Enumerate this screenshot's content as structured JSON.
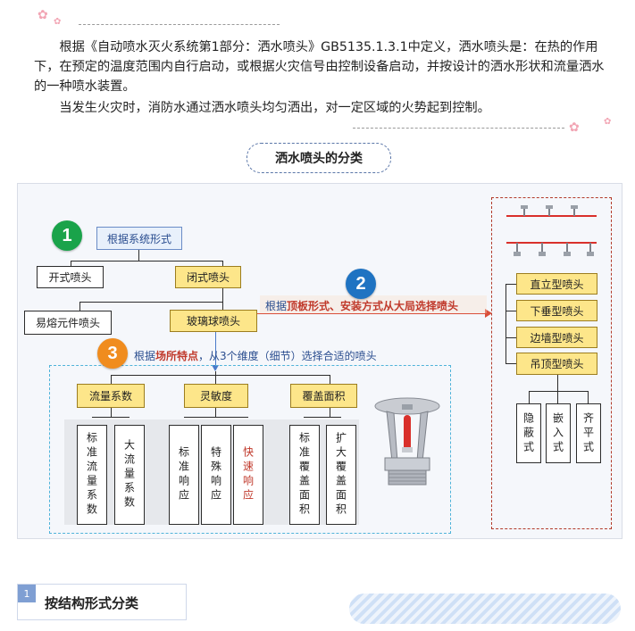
{
  "intro": {
    "paragraph1": "根据《自动喷水灭火系统第1部分：洒水喷头》GB5135.1.3.1中定义，洒水喷头是：在热的作用下，在预定的温度范围内自行启动，或根据火灾信号由控制设备启动，并按设计的洒水形状和流量洒水的一种喷水装置。",
    "paragraph2": "当发生火灾时，消防水通过洒水喷头均匀洒出，对一定区域的火势起到控制。"
  },
  "section_pill": "洒水喷头的分类",
  "diagram": {
    "badges": [
      "1",
      "2",
      "3"
    ],
    "badge_colors": {
      "one": "#1aa34a",
      "two": "#1f73c2",
      "three": "#f08c1e"
    },
    "root": "根据系统形式",
    "open": "开式喷头",
    "closed": "闭式喷头",
    "fusible": "易熔元件喷头",
    "glass": "玻璃球喷头",
    "note2_prefix": "根据",
    "note2_hl": "顶板形式、安装方式从大局选择喷头",
    "note3_prefix": "根据",
    "note3_hl": "场所特点",
    "note3_suffix": "，从3个维度（细节）选择合适的喷头",
    "cat_flow": "流量系数",
    "cat_sens": "灵敏度",
    "cat_cover": "覆盖面积",
    "flow_items": [
      "标准流量系数",
      "大流量系数"
    ],
    "sens_items": [
      "标准响应",
      "特殊响应",
      "快速响应"
    ],
    "cover_items": [
      "标准覆盖面积",
      "扩大覆盖面积"
    ],
    "right_types": [
      "直立型喷头",
      "下垂型喷头",
      "边墙型喷头",
      "吊顶型喷头"
    ],
    "right_sub": [
      "隐蔽式",
      "嵌入式",
      "齐平式"
    ]
  },
  "section_header": {
    "number": "1",
    "title": "按结构形式分类"
  },
  "colors": {
    "yellow_box": "#fde68a",
    "red_text": "#c0392b",
    "pink_flower": "#f2a5b4",
    "accent_blue": "#5a76a8"
  }
}
